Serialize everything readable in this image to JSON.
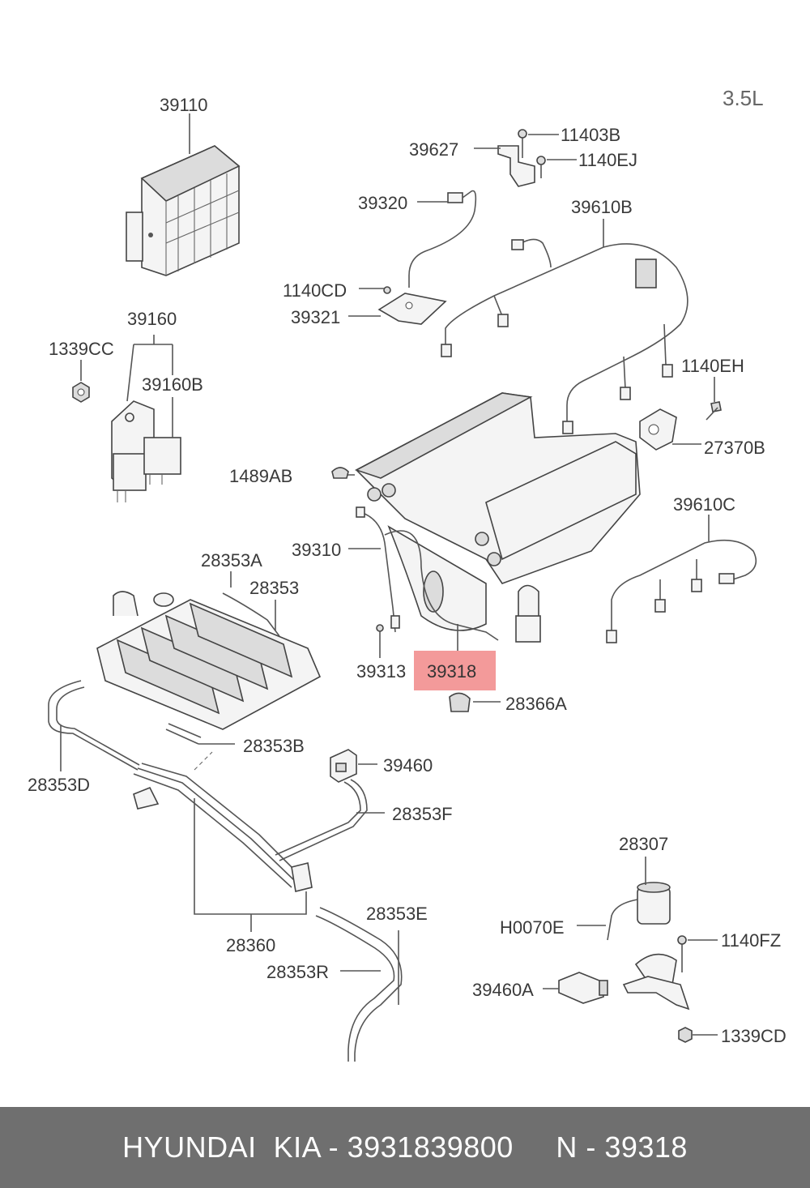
{
  "engine_label": "3.5L",
  "highlight_color": "#f39a9a",
  "footer_bg": "#6f6f6f",
  "footer_text": "HYUNDAI  KIA - 3931839800     N - 39318",
  "parts": {
    "p39110": "39110",
    "p39160": "39160",
    "p1339CC": "1339CC",
    "p39160B": "39160B",
    "p11403B": "11403B",
    "p39627": "39627",
    "p1140EJ": "1140EJ",
    "p39320": "39320",
    "p39610B": "39610B",
    "p1140CD": "1140CD",
    "p39321": "39321",
    "p1140EH": "1140EH",
    "p27370B": "27370B",
    "p1489AB": "1489AB",
    "p39610C": "39610C",
    "p39310": "39310",
    "p28353A": "28353A",
    "p28353": "28353",
    "p39313": "39313",
    "p39318": "39318",
    "p28366A": "28366A",
    "p28353B": "28353B",
    "p28353D": "28353D",
    "p39460": "39460",
    "p28353F": "28353F",
    "p28307": "28307",
    "pH0070E": "H0070E",
    "p28353E": "28353E",
    "p1140FZ": "1140FZ",
    "p28360": "28360",
    "p28353R": "28353R",
    "p39460A": "39460A",
    "p1339CD": "1339CD"
  }
}
